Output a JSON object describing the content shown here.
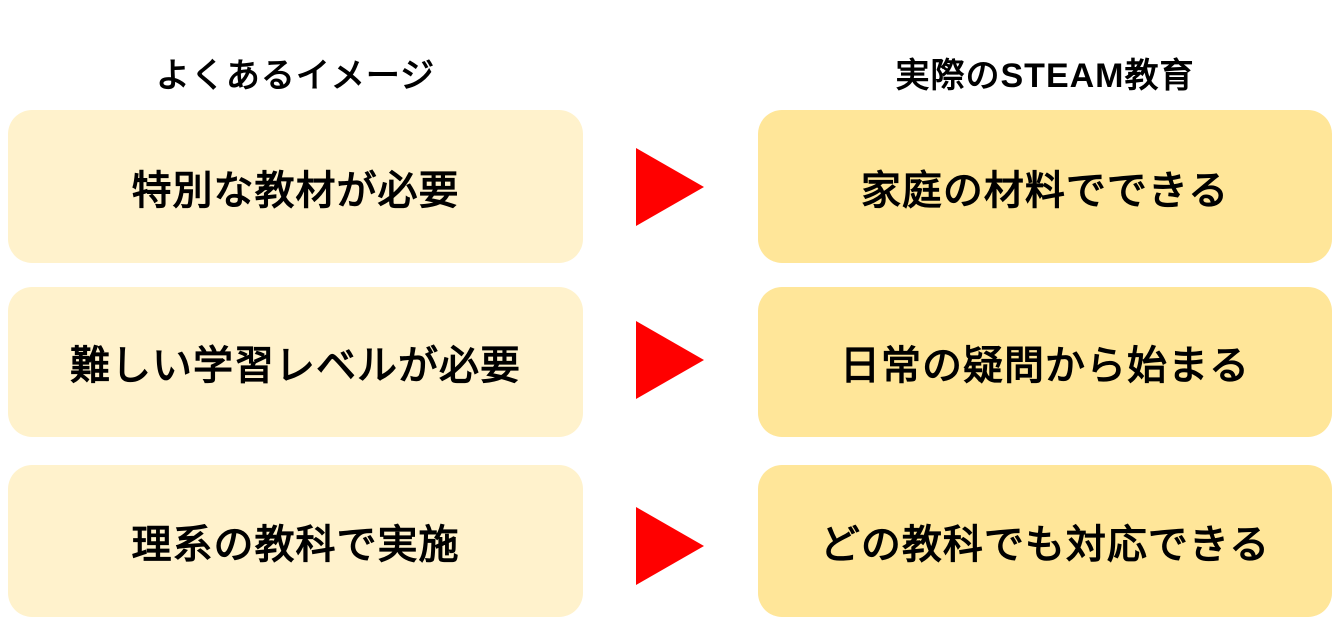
{
  "title": "STEAM education misconceptions vs reality comparison diagram",
  "colors": {
    "page_bg": "#FFFFFF",
    "left_box_bg": "#FFF2CC",
    "right_box_bg": "#FFE699",
    "arrow": "#FF0000",
    "text": "#000000"
  },
  "headers": {
    "left": "よくあるイメージ",
    "right": "実際のSTEAM教育"
  },
  "rows": [
    {
      "left": "特別な教材が必要",
      "right": "家庭の材料でできる"
    },
    {
      "left": "難しい学習レベルが必要",
      "right": "日常の疑問から始まる"
    },
    {
      "left": "理系の教科で実施",
      "right": "どの教科でも対応できる"
    }
  ]
}
